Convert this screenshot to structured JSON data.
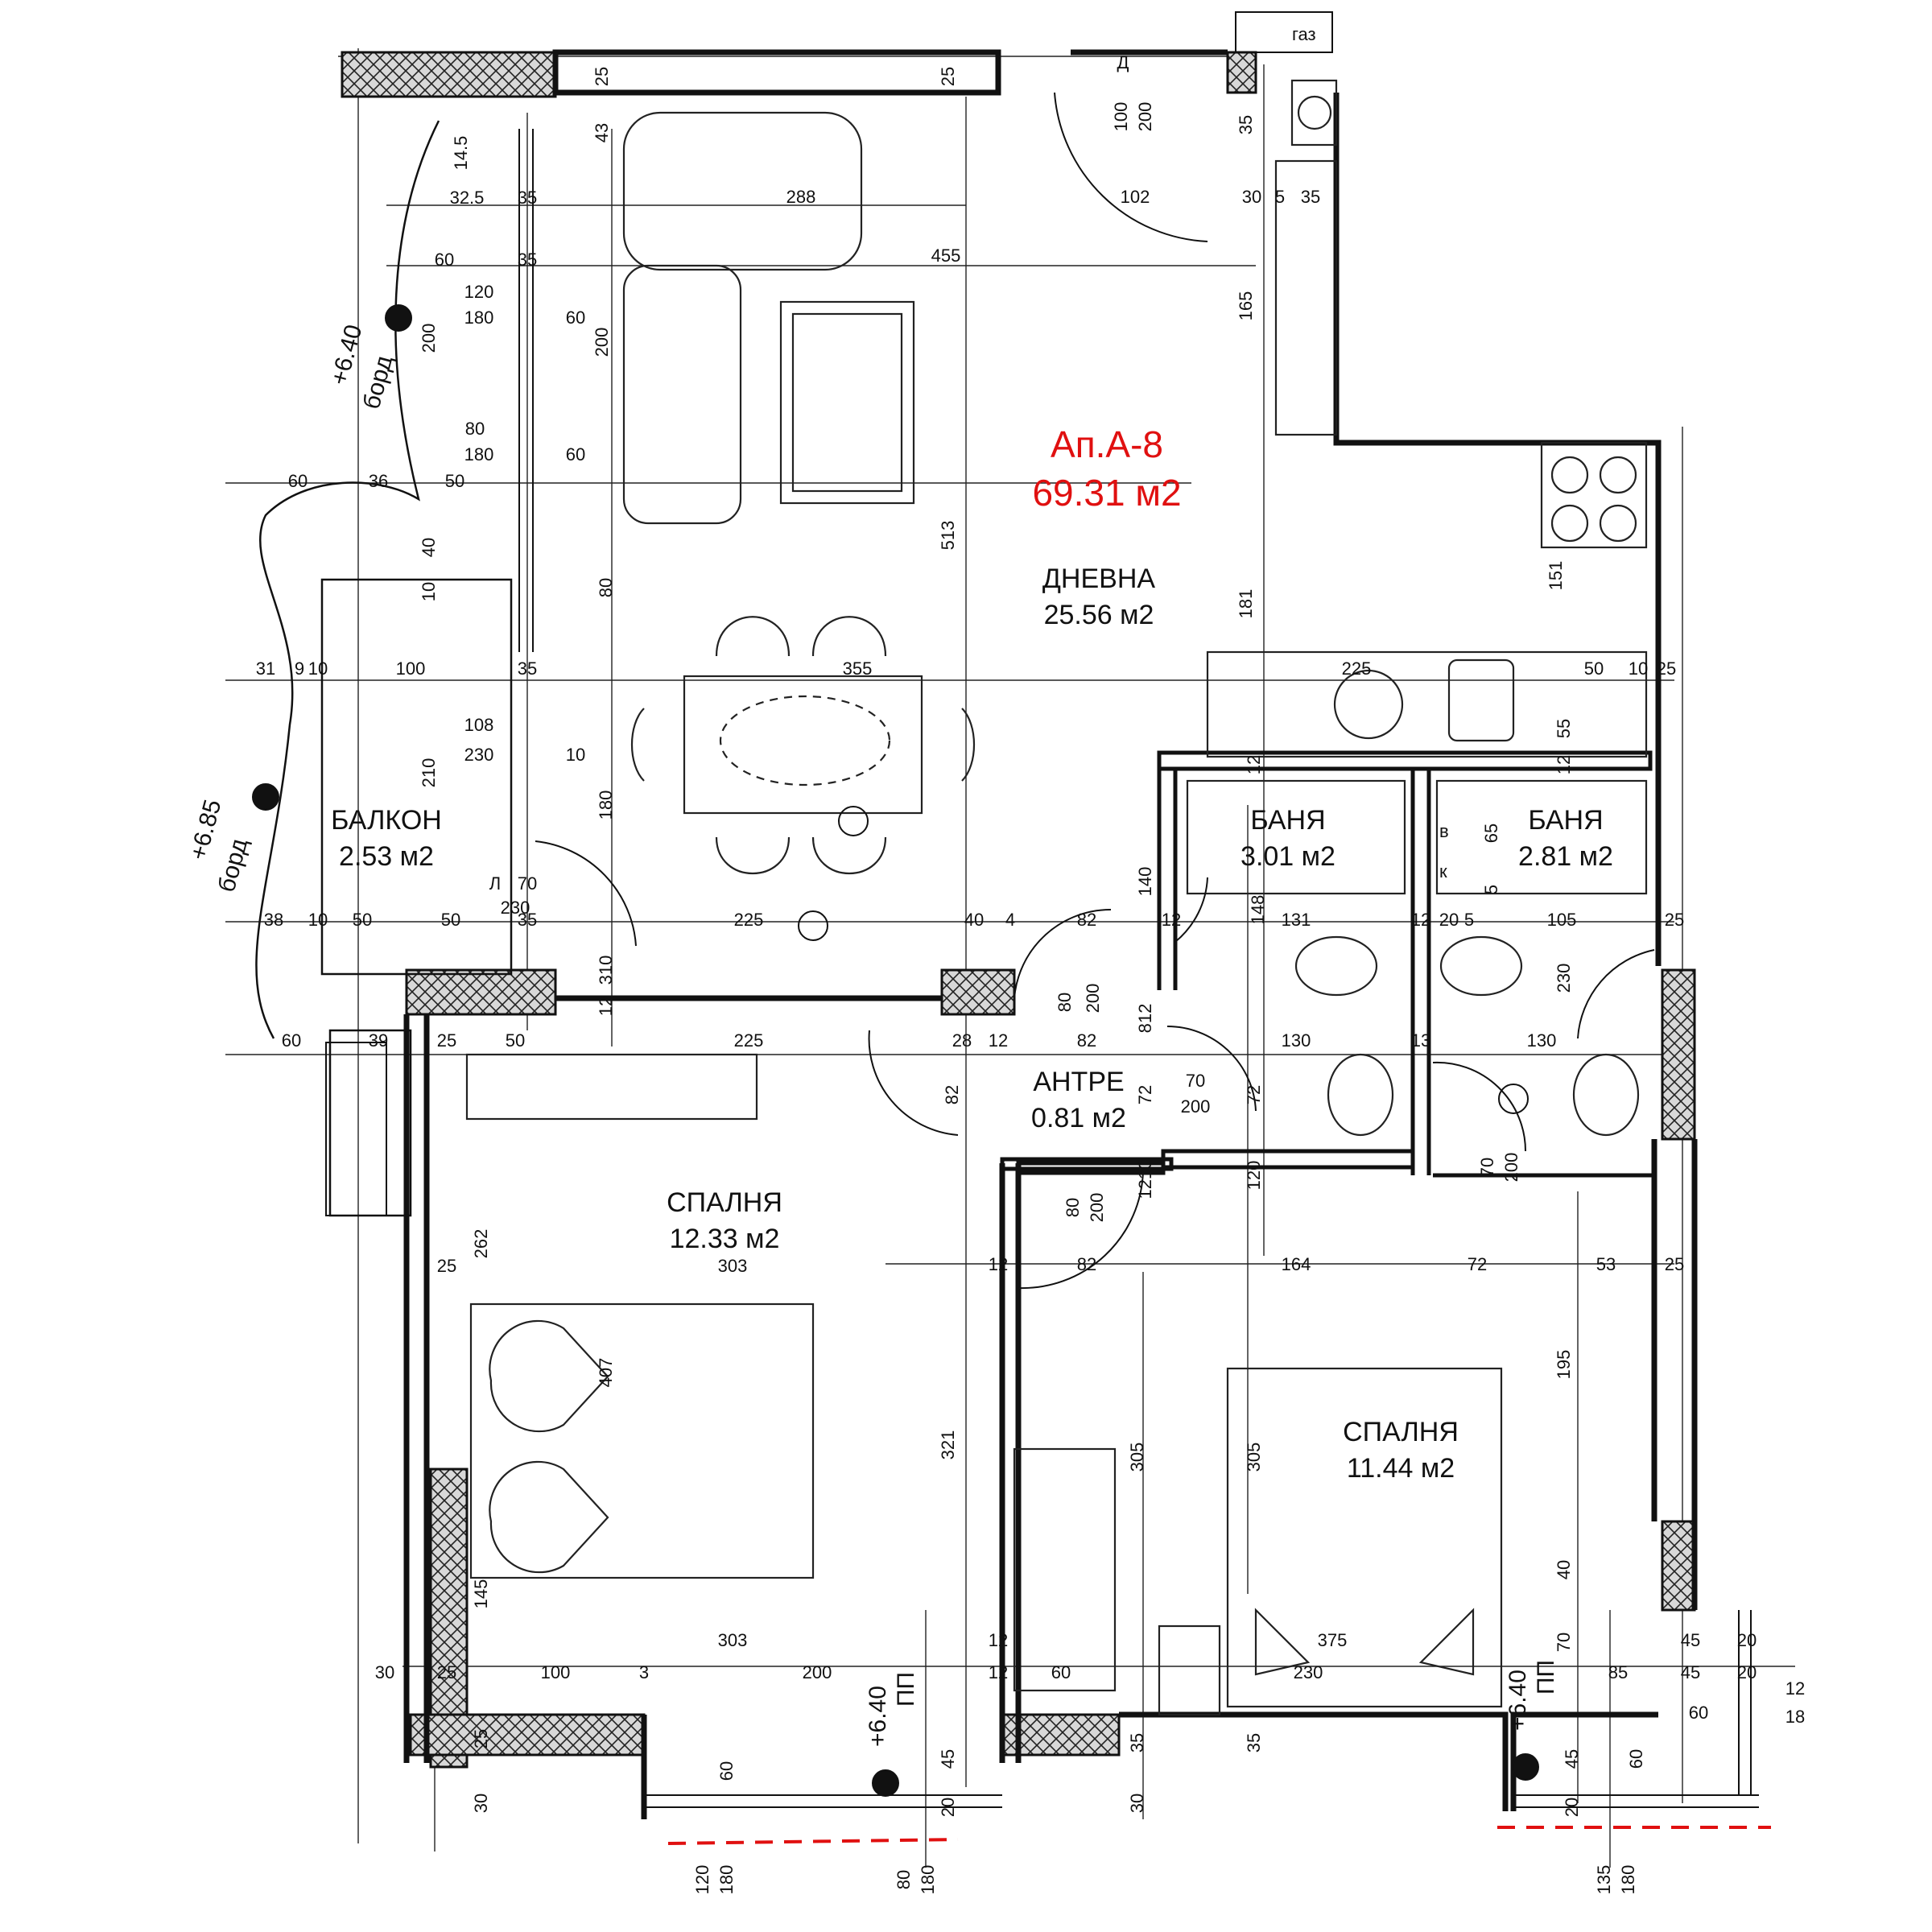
{
  "apartment": {
    "label": "Ап.А-8",
    "area": "69.31 м2",
    "color": "#e01010"
  },
  "rooms": {
    "living": {
      "name": "ДНЕВНА",
      "area": "25.56 м2"
    },
    "balcony": {
      "name": "БАЛКОН",
      "area": "2.53 м2"
    },
    "bath1": {
      "name": "БАНЯ",
      "area": "3.01 м2"
    },
    "bath2": {
      "name": "БАНЯ",
      "area": "2.81 м2"
    },
    "hall": {
      "name": "АНТРЕ",
      "area": "0.81 м2"
    },
    "bed1": {
      "name": "СПАЛНЯ",
      "area": "12.33 м2"
    },
    "bed2": {
      "name": "СПАЛНЯ",
      "area": "11.44 м2"
    }
  },
  "levels": {
    "balcony_top": {
      "value": "+6.40",
      "note": "борд"
    },
    "balcony_mid": {
      "value": "+6.85",
      "note": "борд"
    },
    "floor_1": {
      "value": "+6.40",
      "note": "ПП"
    },
    "floor_2": {
      "value": "+6.40",
      "note": "ПП"
    }
  },
  "gas_label": "газ",
  "fixture_labels": {
    "boiler": "в",
    "valve": "к"
  },
  "dimensions": {
    "top_25a": "25",
    "top_25b": "25",
    "door_100": "100",
    "door_200": "200",
    "d_label": "Д",
    "w_455": "455",
    "w_288": "288",
    "w_102": "102",
    "w_30": "30",
    "w_5": "5",
    "w_35k": "35",
    "h_43": "43",
    "h_165": "165",
    "h_35g": "35",
    "w_145": "14.5",
    "w_325": "32.5",
    "w_35a": "35",
    "w_60a": "60",
    "w_35b": "35",
    "win_120": "120",
    "win_180": "180",
    "h_200a": "200",
    "sill_60a": "60",
    "h_200b": "200",
    "win_80": "80",
    "win_180b": "180",
    "sill_60b": "60",
    "bal_60": "60",
    "bal_36": "36",
    "bal_50": "50",
    "h_40": "40",
    "h_10": "10",
    "h_80": "80",
    "h_513": "513",
    "h_181": "181",
    "h_151": "151",
    "w_31": "31",
    "w_9": "9",
    "w_10a": "10",
    "w_100a": "100",
    "w_35c": "35",
    "w_355": "355",
    "w_225k": "225",
    "w_50k": "50",
    "w_10k": "10",
    "w_25k": "25",
    "win_108": "108",
    "win_230": "230",
    "sill_10": "10",
    "h_210": "210",
    "h_180": "180",
    "h_55": "55",
    "d_70": "70",
    "d_230": "230",
    "l_label": "Л",
    "w_38": "38",
    "w_10b": "10",
    "w_50a": "50",
    "w_50b": "50",
    "w_35d": "35",
    "w_225a": "225",
    "w_40": "40",
    "w_4": "4",
    "w_82a": "82",
    "w_12a": "12",
    "w_131": "131",
    "w_12b": "12",
    "w_20a": "20",
    "w_5b": "5",
    "w_105": "105",
    "w_25b": "25",
    "h_140": "140",
    "h_148": "148",
    "h_65": "65",
    "h_5": "5",
    "h_230": "230",
    "h_12s": "12",
    "h_12t": "12",
    "h_310": "310",
    "h_12a": "12",
    "d80_1": "80",
    "d200_1": "200",
    "w_60b": "60",
    "w_39": "39",
    "w_25c": "25",
    "w_50c": "50",
    "w_225b": "225",
    "w_28": "28",
    "w_12c": "12",
    "w_82b": "82",
    "w_130a": "130",
    "w_13": "13",
    "w_130b": "130",
    "h_812": "812",
    "h_82": "82",
    "h_72a": "72",
    "d_70b": "70",
    "d_200b": "200",
    "h_72b": "72",
    "d_70c": "70",
    "d_200c": "200",
    "h_1210a": "1210",
    "h_120": "120",
    "d80_2": "80",
    "d200_2": "200",
    "w_82c": "82",
    "w_164": "164",
    "w_72": "72",
    "w_53": "53",
    "w_25d": "25",
    "h_262": "262",
    "w_303a": "303",
    "w_25e": "25",
    "h_407": "407",
    "h_321": "321",
    "h_305a": "305",
    "h_305b": "305",
    "h_195": "195",
    "h_40b": "40",
    "h_145": "145",
    "w_12d": "12",
    "w_12e": "12",
    "w_303b": "303",
    "w_375": "375",
    "h_70": "70",
    "w_30b": "30",
    "w_25f": "25",
    "w_100b": "100",
    "w_3": "3",
    "w_200": "200",
    "w_12f": "12",
    "w_60c": "60",
    "w_230": "230",
    "w_85": "85",
    "w_45a": "45",
    "w_20b": "20",
    "w_45b": "45",
    "w_20c": "20",
    "w_12g": "12",
    "w_18": "18",
    "w_60d": "60",
    "h_25g": "25",
    "h_60a": "60",
    "h_30": "30",
    "h_45a": "45",
    "h_20a": "20",
    "h_35a": "35",
    "h_35b": "35",
    "h_30b": "30",
    "h_45b": "45",
    "h_20b": "20",
    "h_60b": "60",
    "win_bot1_120": "120",
    "win_bot1_180": "180",
    "win_bot2_80": "80",
    "win_bot2_180": "180",
    "win_bot3_135": "135",
    "win_bot3_180": "180"
  }
}
